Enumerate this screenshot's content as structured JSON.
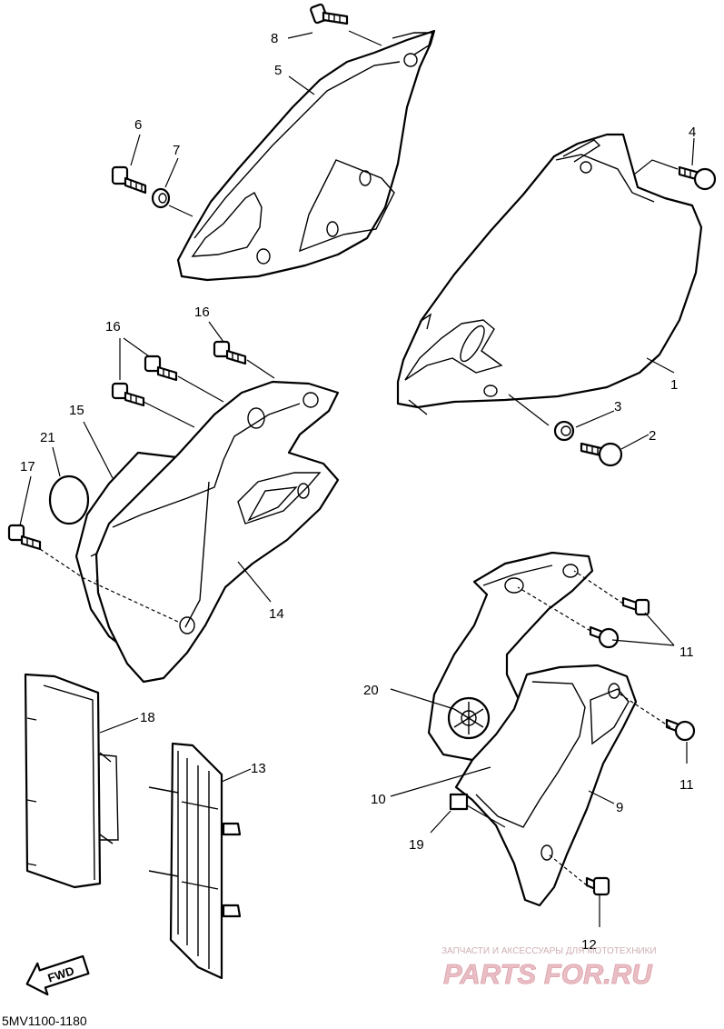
{
  "diagram": {
    "code": "5MV1100-1180",
    "fwd_label": "FWD",
    "watermark": {
      "tagline": "ЗАПЧАСТИ И АКСЕССУАРЫ ДЛЯ МОТОТЕХНИКИ",
      "brand": "PARTS FOR.RU"
    },
    "callouts": [
      {
        "id": "c1",
        "label": "1"
      },
      {
        "id": "c2",
        "label": "2"
      },
      {
        "id": "c3",
        "label": "3"
      },
      {
        "id": "c4",
        "label": "4"
      },
      {
        "id": "c5",
        "label": "5"
      },
      {
        "id": "c6",
        "label": "6"
      },
      {
        "id": "c7",
        "label": "7"
      },
      {
        "id": "c8",
        "label": "8"
      },
      {
        "id": "c9",
        "label": "9"
      },
      {
        "id": "c10",
        "label": "10"
      },
      {
        "id": "c11a",
        "label": "11"
      },
      {
        "id": "c11b",
        "label": "11"
      },
      {
        "id": "c12",
        "label": "12"
      },
      {
        "id": "c13",
        "label": "13"
      },
      {
        "id": "c14",
        "label": "14"
      },
      {
        "id": "c15",
        "label": "15"
      },
      {
        "id": "c16a",
        "label": "16"
      },
      {
        "id": "c16b",
        "label": "16"
      },
      {
        "id": "c17",
        "label": "17"
      },
      {
        "id": "c18",
        "label": "18"
      },
      {
        "id": "c19",
        "label": "19"
      },
      {
        "id": "c20",
        "label": "20"
      },
      {
        "id": "c21",
        "label": "21"
      }
    ]
  }
}
